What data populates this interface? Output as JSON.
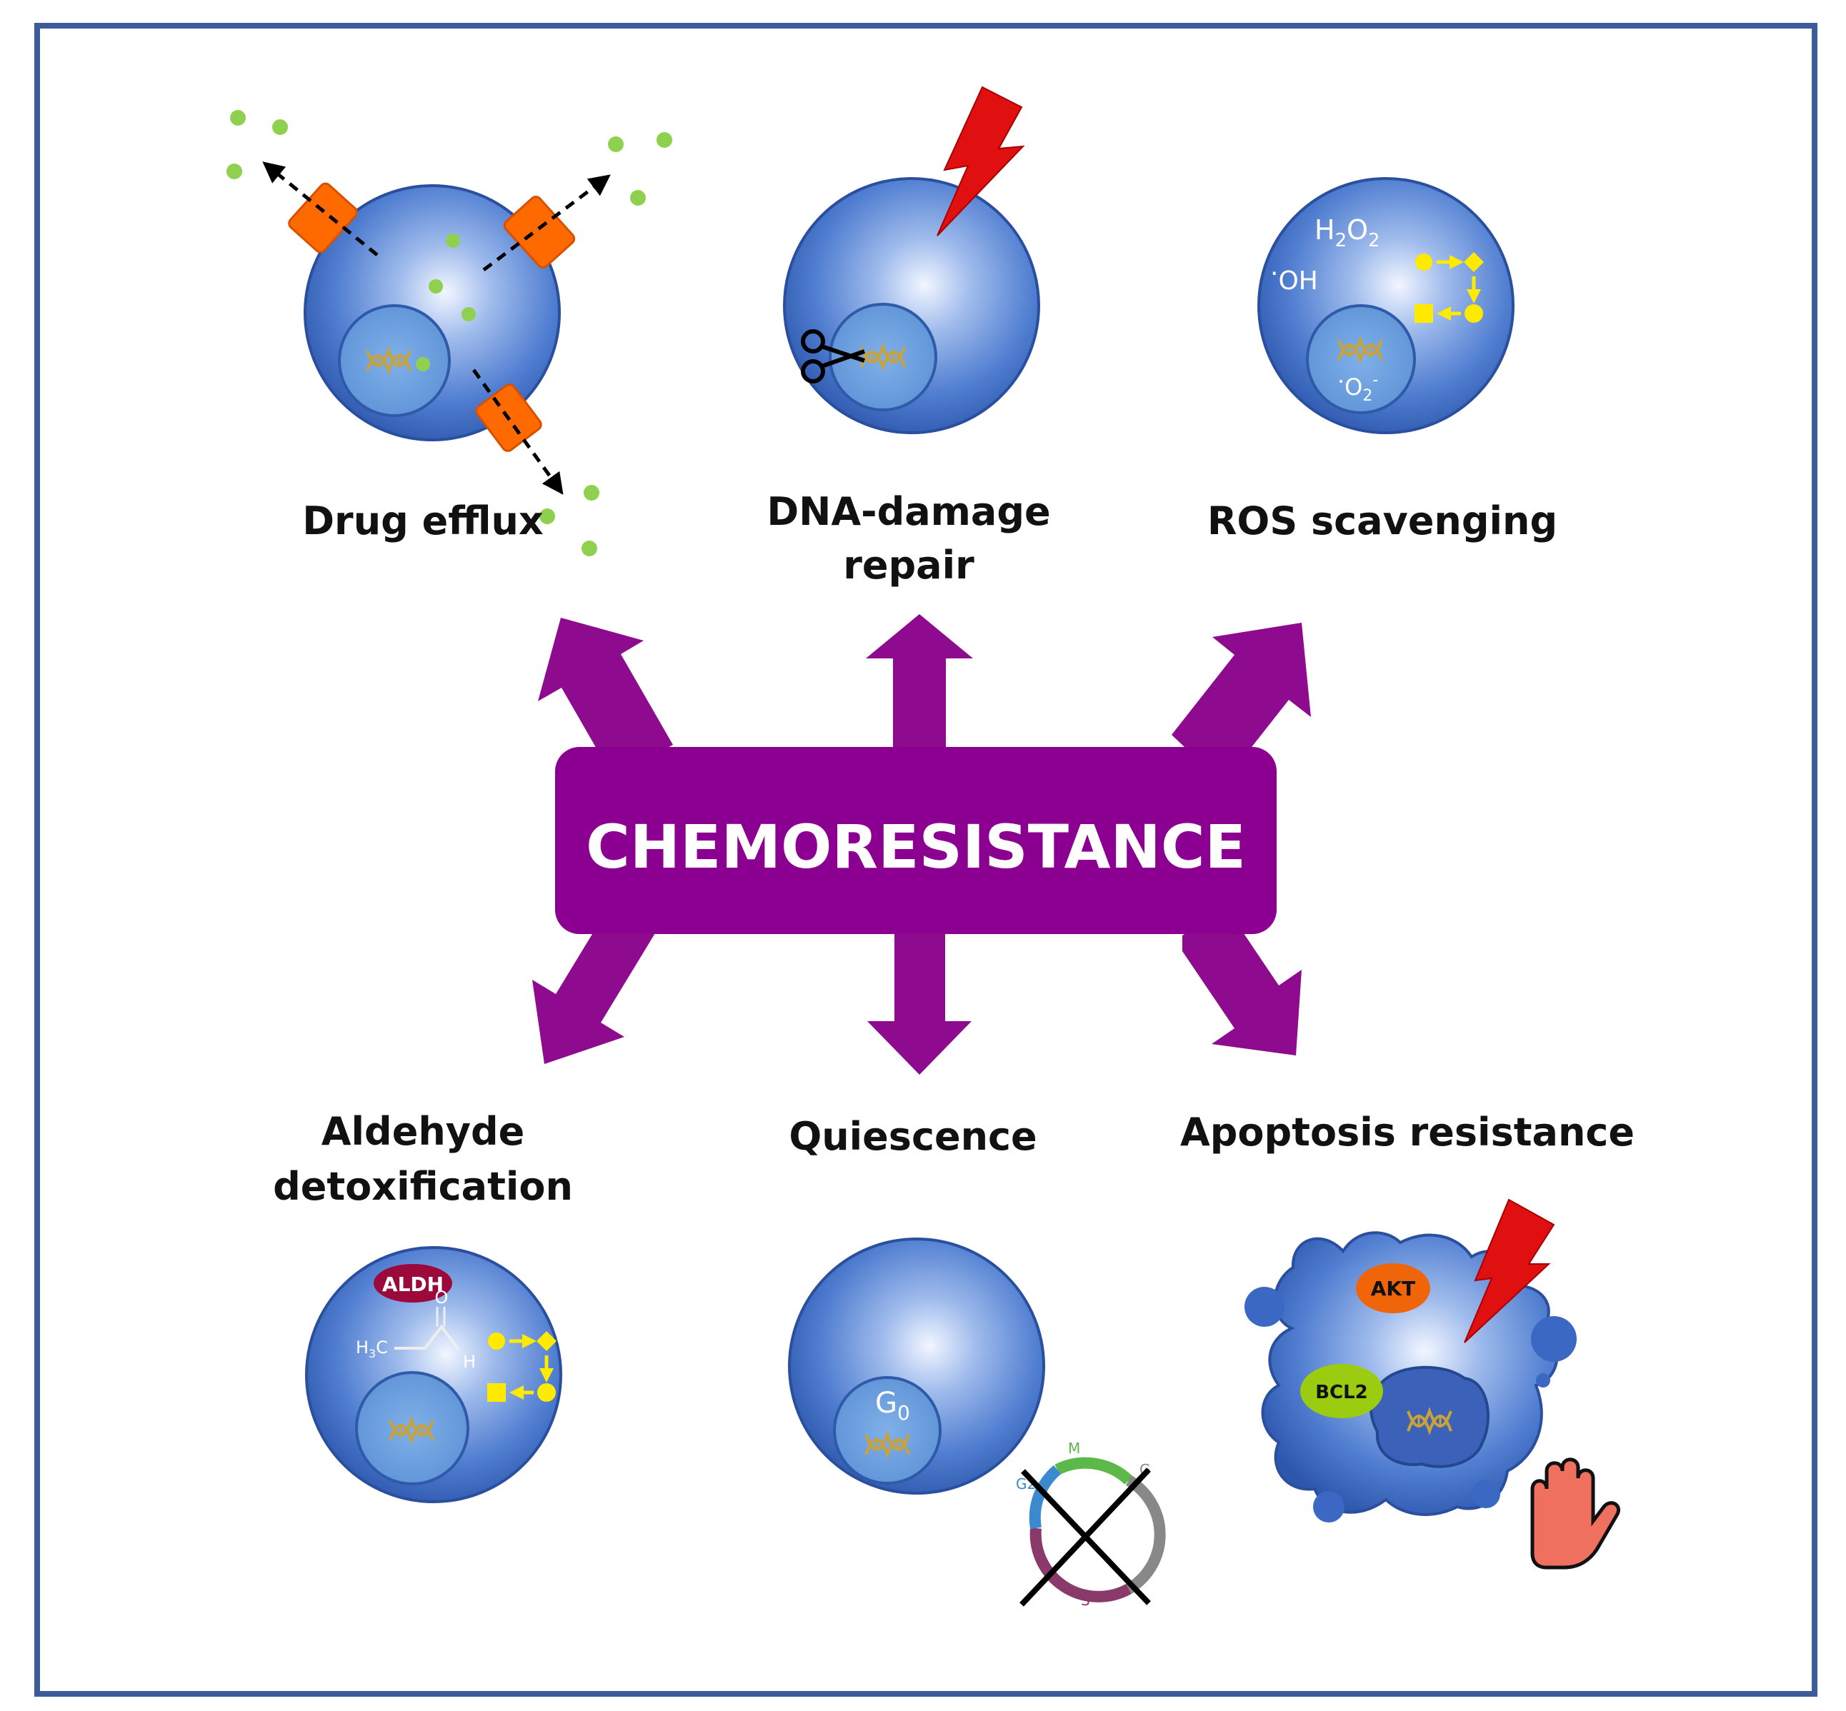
{
  "center_label": "CHEMORESISTANCE",
  "mechanisms": {
    "drug_efflux": "Drug efflux",
    "dna_repair_line1": "DNA-damage",
    "dna_repair_line2": "repair",
    "ros": "ROS scavenging",
    "aldehyde_line1": "Aldehyde",
    "aldehyde_line2": "detoxification",
    "quiescence": "Quiescence",
    "apoptosis": "Apoptosis resistance"
  },
  "ros_labels": {
    "h": "H",
    "h_sub": "2",
    "o": "O",
    "o_sub": "2",
    "oh": "OH",
    "o2": "O",
    "o2_sub": "2",
    "o2_sup": "-",
    "dot": "·"
  },
  "aldehyde_labels": {
    "enzyme": "ALDH",
    "o": "O",
    "h3c": "H",
    "h3c_sub": "3",
    "c": "C",
    "h": "H"
  },
  "quiescence_labels": {
    "g": "G",
    "g_sub": "0",
    "phase_m": "M",
    "phase_g1": "G",
    "phase_g2": "G2",
    "phase_s": "S"
  },
  "apoptosis_labels": {
    "akt": "AKT",
    "bcl2": "BCL2"
  },
  "colors": {
    "frame": "#3d5a99",
    "arrow": "#8e0a8e",
    "center_box": "#8b0090",
    "cell_outer": "#3a68c2",
    "cell_inner": "#6fa0dd",
    "transporter": "#ff6a00",
    "drug": "#8fd14f",
    "bolt": "#e01010",
    "metabolite": "#ffea00",
    "aldh": "#9c0a3c",
    "akt": "#f0640a",
    "bcl2": "#9ccc10",
    "hand": "#f07060"
  }
}
